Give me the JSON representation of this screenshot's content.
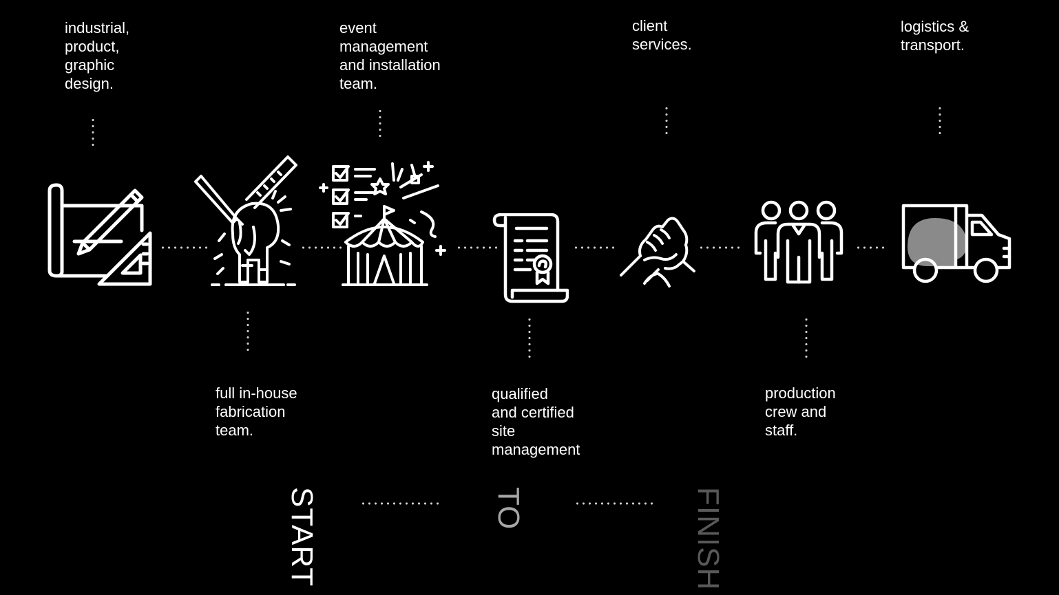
{
  "labels": {
    "design": "industrial,\nproduct,\ngraphic\ndesign.",
    "fabrication": "full in-house\nfabrication\nteam.",
    "event": "event\nmanagement\nand installation\nteam.",
    "site": "qualified\nand certified\nsite\nmanagement",
    "client": "client\nservices.",
    "crew": "production\ncrew and\nstaff.",
    "logistics": "logistics &\ntransport."
  },
  "icons": [
    "blueprint-icon",
    "elephant-sculpture-icon",
    "circus-tent-icon",
    "certificate-icon",
    "handshake-icon",
    "team-icon",
    "truck-icon"
  ],
  "footer": {
    "start": "START",
    "to": "TO",
    "finish": "FINISH"
  },
  "colors": {
    "background": "#000000",
    "line": "#ffffff",
    "dots": "#cfcfcf",
    "to_text": "#a6a6a6",
    "finish_text": "#595959",
    "elephant_fill": "#8a8a8a"
  }
}
